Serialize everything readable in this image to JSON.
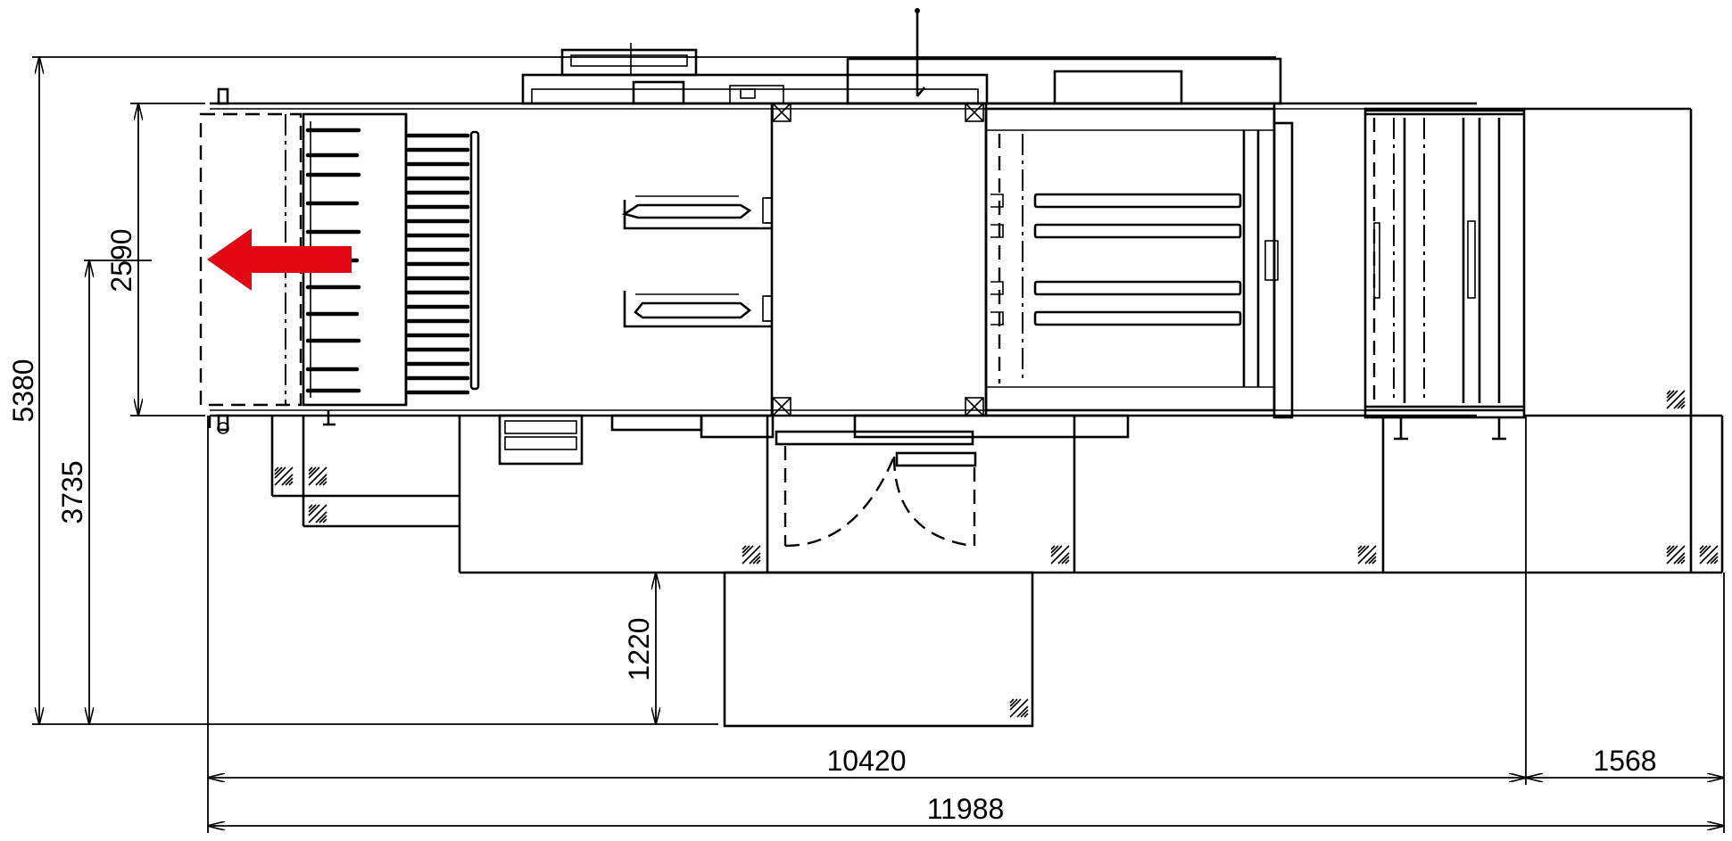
{
  "dimensions": {
    "overall_height": "5380",
    "offset_height": "3735",
    "machine_width": "2590",
    "platform_depth": "1220",
    "main_length": "10420",
    "end_length": "1568",
    "total_length": "11988"
  },
  "flow_arrow": {
    "color": "#e30613",
    "direction": "left"
  },
  "icons": [
    "flow-direction-arrow-icon",
    "wall-hatch-icon",
    "column-cross-icon"
  ]
}
